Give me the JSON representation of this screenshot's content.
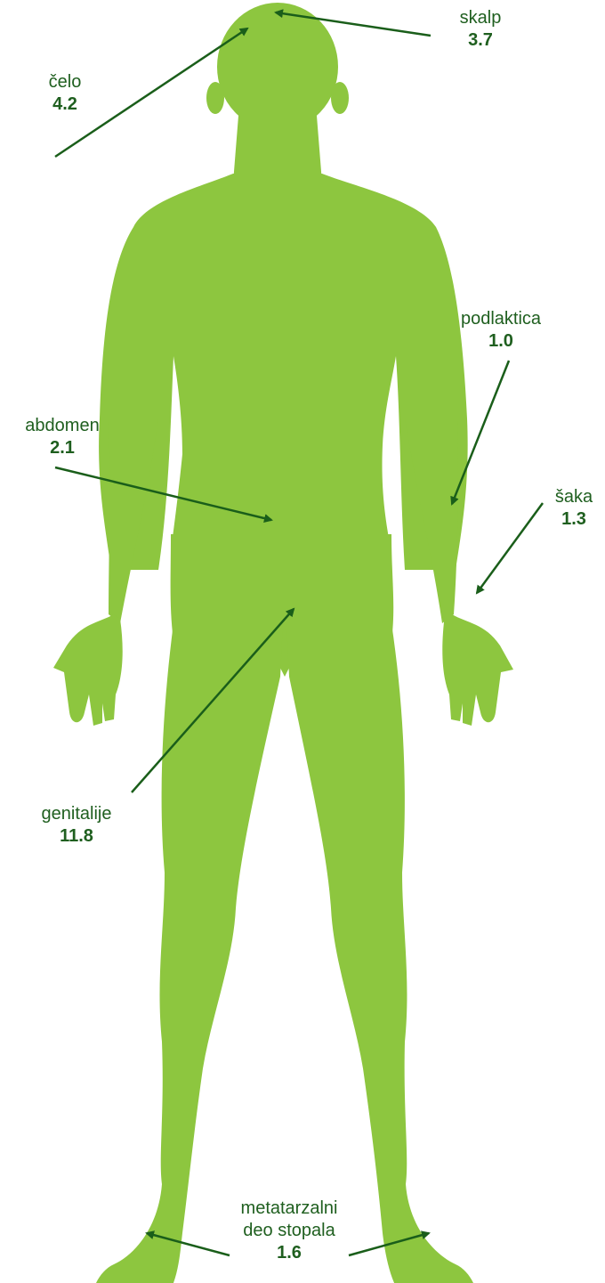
{
  "colors": {
    "body": "#8dc63f",
    "text": "#1f5f1f",
    "arrow": "#1a5e1a"
  },
  "labels": {
    "skalp": {
      "name": "skalp",
      "value": "3.7"
    },
    "celo": {
      "name": "čelo",
      "value": "4.2"
    },
    "podlaktica": {
      "name": "podlaktica",
      "value": "1.0"
    },
    "abdomen": {
      "name": "abdomen",
      "value": "2.1"
    },
    "saka": {
      "name": "šaka",
      "value": "1.3"
    },
    "genitalije": {
      "name": "genitalije",
      "value": "11.8"
    },
    "metatarzalni": {
      "line1": "metatarzalni",
      "line2": "deo stopala",
      "value": "1.6"
    }
  }
}
